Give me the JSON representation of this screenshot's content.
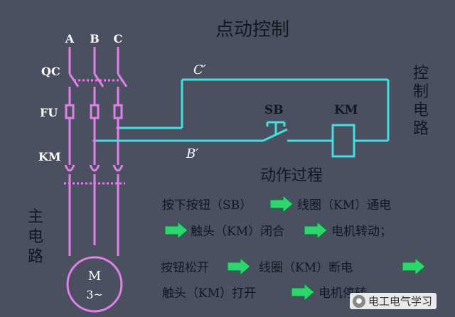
{
  "title": "点动控制",
  "phases": [
    "A",
    "B",
    "C"
  ],
  "labels": {
    "qc": "QC",
    "fu": "FU",
    "km_main": "KM",
    "sb": "SB",
    "km_coil": "KM",
    "c_prime": "C′",
    "b_prime": "B′",
    "motor_m": "M",
    "motor_3": "3~"
  },
  "main_circuit_label": [
    "主",
    "电",
    "路"
  ],
  "control_circuit_label": [
    "控",
    "制",
    "电",
    "路"
  ],
  "process_title": "动作过程",
  "process": {
    "line1": [
      "按下按钮（SB）",
      "线圈（KM）通电"
    ],
    "line2": [
      "触头（KM）闭合",
      "电机转动；"
    ],
    "line3": [
      "按钮松开",
      "线圈（KM）断电"
    ],
    "line4": [
      "触头（KM）打开",
      "电机停转"
    ]
  },
  "watermark": "电工电气学习",
  "colors": {
    "background": "#4a5060",
    "main_circuit": "#e080e8",
    "control_circuit": "#40e0e0",
    "arrow": "#2ed46e",
    "text_dark": "#101820",
    "text_white": "#ffffff"
  }
}
